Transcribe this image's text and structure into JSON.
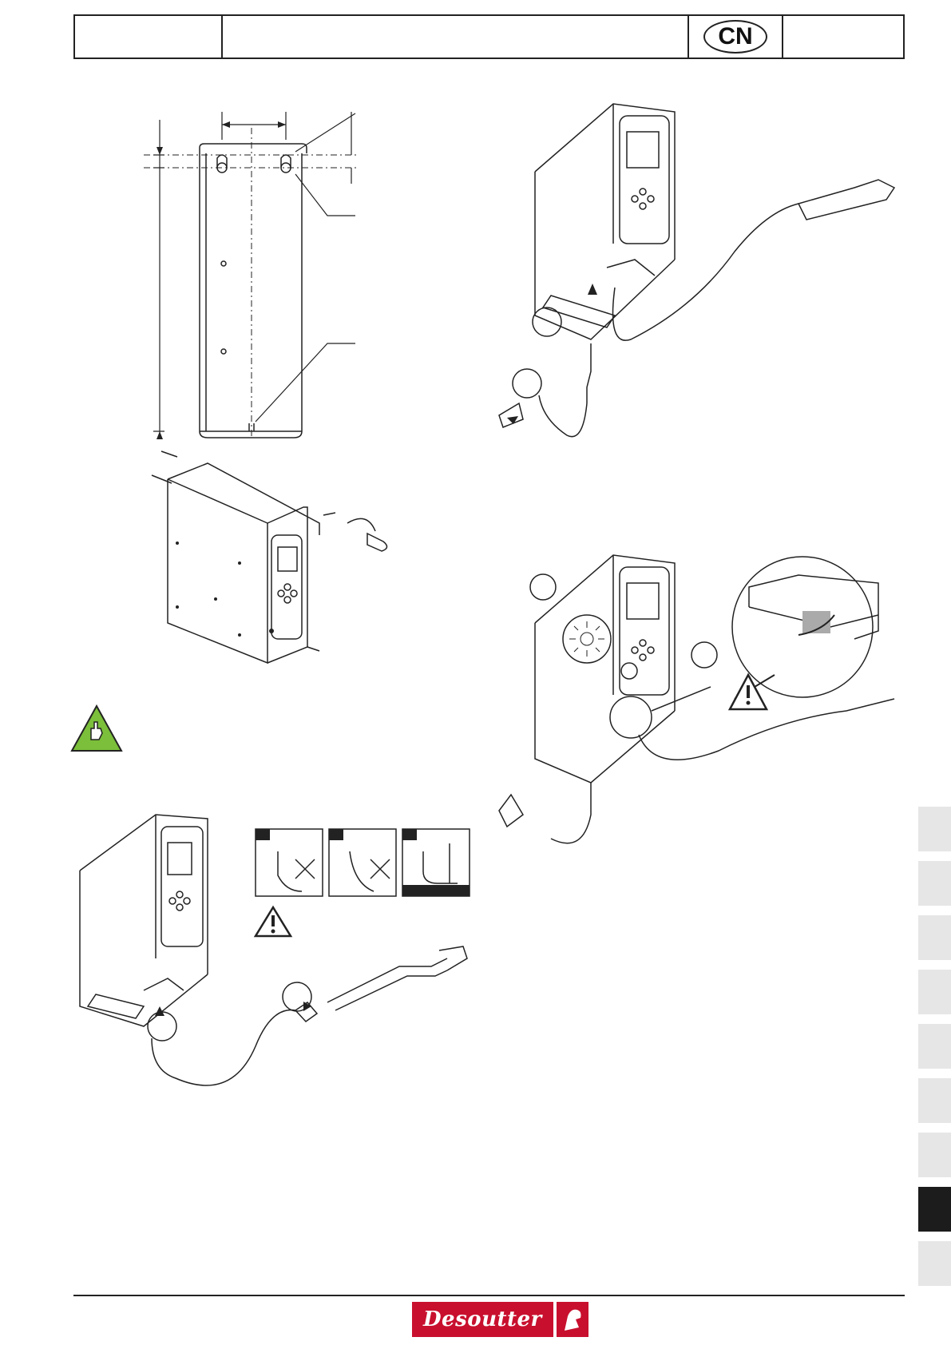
{
  "header": {
    "cell_1": "",
    "cell_2": "",
    "language_badge": "CN",
    "cell_4": ""
  },
  "callouts": {
    "step_power_plug": "",
    "step_power_socket": "",
    "step_led": "",
    "step_cover": "",
    "step_tool_cable": "",
    "step_tool": ""
  },
  "cable_rules": {
    "panels": [
      "",
      "",
      ""
    ]
  },
  "side_tabs": {
    "count": 9,
    "active_index": 7
  },
  "footer": {
    "brand": "Desoutter"
  },
  "colors": {
    "brand_red": "#c8102e",
    "note_green": "#7bbf3a",
    "tab_grey": "#e6e6e6",
    "tab_active": "#1c1c1c"
  },
  "icons": [
    "note-hand-icon",
    "warning-triangle-icon",
    "rotate-arrow-icon",
    "led-light-icon",
    "desoutter-logo-icon"
  ]
}
